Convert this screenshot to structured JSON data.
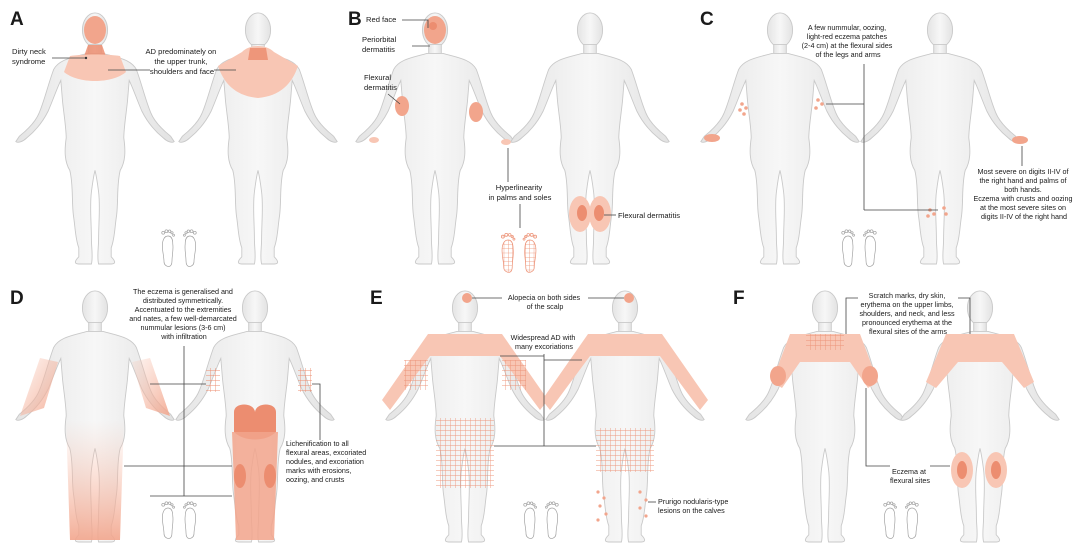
{
  "colors": {
    "body_fill": "#f2f2f2",
    "body_stroke": "#c9c9c9",
    "lesion_light": "#f8c6b4",
    "lesion": "#f2a58c",
    "lesion_dark": "#ec8d70",
    "leader": "#444444"
  },
  "panels": [
    {
      "id": "A",
      "letter": "A",
      "annotations": [
        [
          "Dirty neck",
          "syndrome"
        ],
        [
          "AD predominately on",
          "the upper trunk,",
          "shoulders and face"
        ]
      ]
    },
    {
      "id": "B",
      "letter": "B",
      "annotations": [
        [
          "Red face"
        ],
        [
          "Periorbital",
          "dermatitis"
        ],
        [
          "Flexural",
          "dermatitis"
        ],
        [
          "Hyperlinearity",
          "in palms and soles"
        ],
        [
          "Flexural dermatitis"
        ]
      ]
    },
    {
      "id": "C",
      "letter": "C",
      "annotations": [
        [
          "A few nummular, oozing,",
          "light-red eczema patches",
          "(2-4 cm) at the flexural sides",
          "of the legs and arms"
        ],
        [
          "Most severe on digits II-IV of",
          "the right hand and palms of",
          "both hands.",
          "Eczema with crusts and oozing",
          "at the most severe sites on",
          "digits II-IV of the right hand"
        ]
      ]
    },
    {
      "id": "D",
      "letter": "D",
      "annotations": [
        [
          "The eczema is generalised and",
          "distributed symmetrically.",
          "Accentuated to the extremities",
          "and nates, a few well-demarcated",
          "nummular lesions (3-6 cm)",
          "with infiltration"
        ],
        [
          "Lichenification to all",
          "flexural areas, excoriated",
          "nodules, and excoriation",
          "marks with erosions,",
          "oozing, and crusts"
        ]
      ]
    },
    {
      "id": "E",
      "letter": "E",
      "annotations": [
        [
          "Alopecia on both sides",
          "of the scalp"
        ],
        [
          "Widespread AD with",
          "many excoriations"
        ],
        [
          "Prurigo nodularis-type",
          "lesions on the calves"
        ]
      ]
    },
    {
      "id": "F",
      "letter": "F",
      "annotations": [
        [
          "Scratch marks, dry skin,",
          "erythema on the upper limbs,",
          "shoulders, and neck, and less",
          "pronounced erythema at the",
          "flexural sites of the arms"
        ],
        [
          "Eczema at",
          "flexural sites"
        ]
      ]
    }
  ]
}
